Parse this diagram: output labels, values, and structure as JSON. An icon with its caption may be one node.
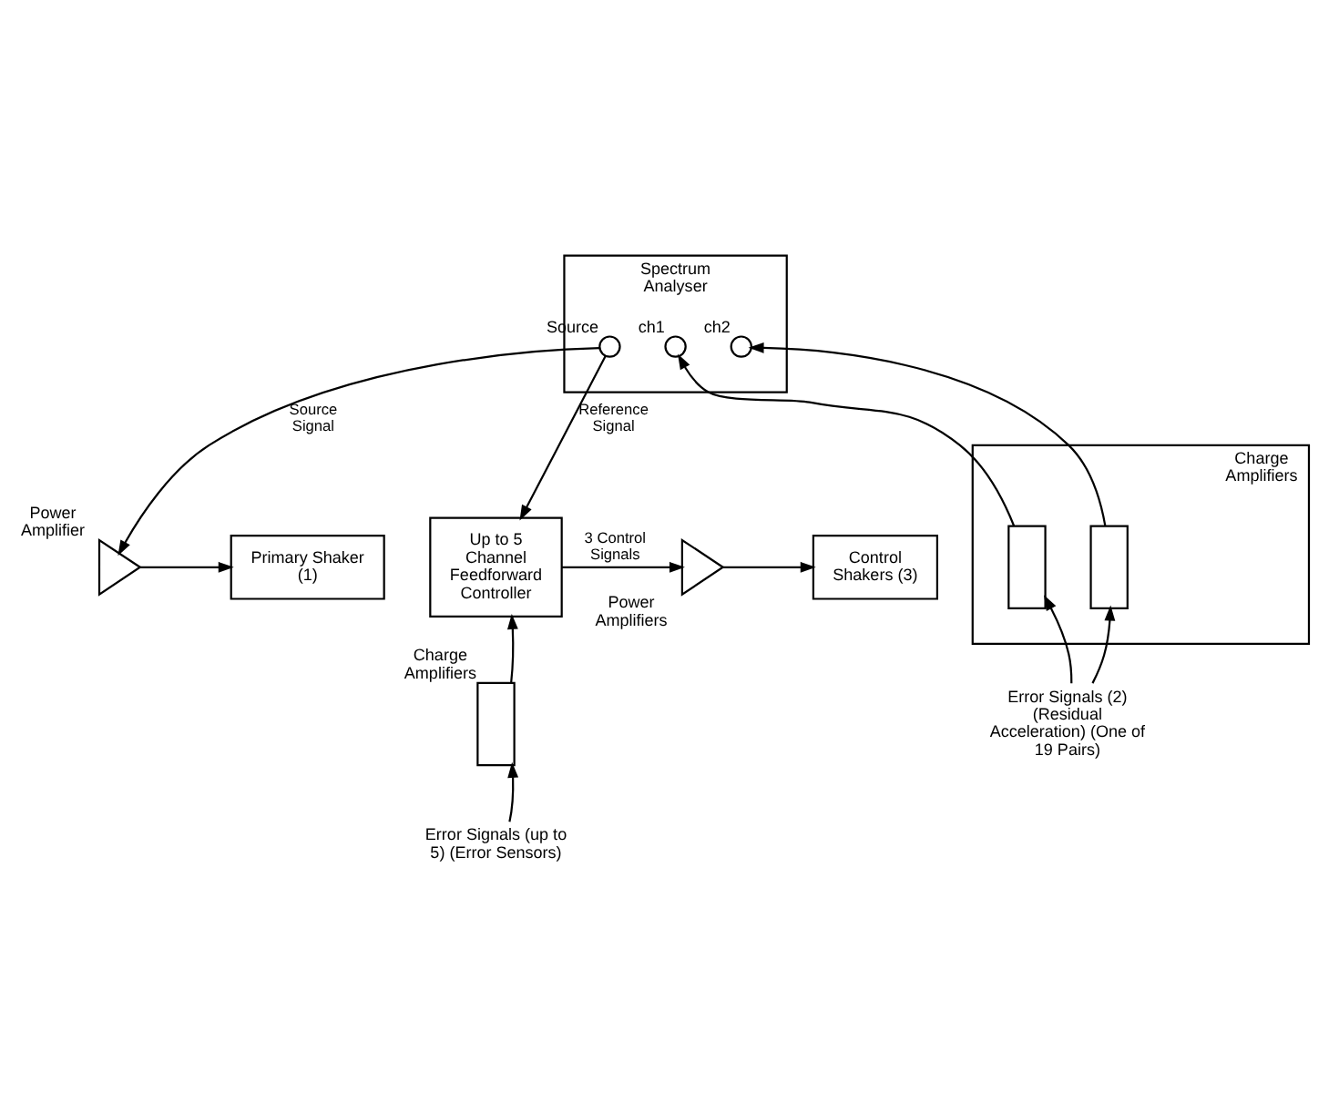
{
  "diagram": {
    "nodes": [
      {
        "text": [
          "Spectrum Analyser"
        ]
      },
      {
        "text": [],
        "shape": "circle",
        "in": 0,
        "beside": [
          "Source"
        ]
      },
      {
        "text": [],
        "shape": "circle",
        "in": 0,
        "beside": [
          "ch1"
        ]
      },
      {
        "text": [],
        "shape": "circle",
        "in": 0,
        "beside": [
          "ch2"
        ]
      },
      {
        "text": [
          "Charge Amplifiers"
        ]
      },
      {
        "text": [],
        "shape": "box",
        "in": 4
      },
      {
        "text": [],
        "shape": "box",
        "in": 4
      },
      {
        "text": [
          "Error Signals (2) (Residual Acceleration) (One of 19 Pairs)"
        ]
      },
      {
        "text": [],
        "shape": "triangle",
        "beside": [
          "Power Amplifier"
        ]
      },
      {
        "text": [
          "Primary Shaker (1)"
        ]
      },
      {
        "text": [
          "Up to 5 Channel Feedforward Controller"
        ]
      },
      {
        "text": [],
        "shape": "triangle",
        "beside": [
          "Power Amplifiers"
        ]
      },
      {
        "text": [
          "Control Shakers (3)"
        ]
      },
      {
        "text": [],
        "shape": "box",
        "beside": [
          "Charge Amplifiers"
        ]
      },
      {
        "text": [
          "Error Signals (up to 5) (Error Sensors)"
        ]
      }
    ],
    "edges": [
      {
        "from": 1,
        "to": 8,
        "arrow": "to",
        "label": "Source Signal"
      },
      {
        "from": 1,
        "to": 10,
        "arrow": "to",
        "label": "Reference Signal"
      },
      {
        "from": 8,
        "to": 9,
        "arrow": "to"
      },
      {
        "from": 5,
        "to": 2,
        "arrow": "to"
      },
      {
        "from": 6,
        "to": 3,
        "arrow": "to"
      },
      {
        "from": 7,
        "to": 5,
        "arrow": "to"
      },
      {
        "from": 7,
        "to": 6,
        "arrow": "to"
      },
      {
        "from": 10,
        "to": 11,
        "arrow": "to",
        "label": "3 Control Signals"
      },
      {
        "from": 11,
        "to": 12,
        "arrow": "to"
      },
      {
        "from": 13,
        "to": 10,
        "arrow": "to"
      },
      {
        "from": 14,
        "to": 13,
        "arrow": "to"
      }
    ]
  }
}
